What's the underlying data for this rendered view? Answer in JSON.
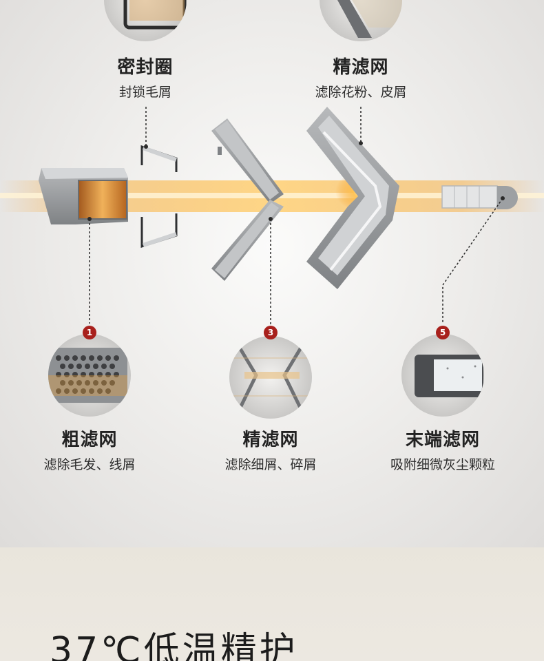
{
  "components": [
    {
      "id": "seal",
      "title": "密封圈",
      "subtitle": "封锁毛屑"
    },
    {
      "id": "fine-top",
      "title": "精滤网",
      "subtitle": "滤除花粉、皮屑"
    },
    {
      "id": "coarse",
      "badge": "1",
      "title": "粗滤网",
      "subtitle": "滤除毛发、线屑"
    },
    {
      "id": "fine-bottom",
      "badge": "3",
      "title": "精滤网",
      "subtitle": "滤除细屑、碎屑"
    },
    {
      "id": "end",
      "badge": "5",
      "title": "末端滤网",
      "subtitle": "吸附细微灰尘颗粒"
    }
  ],
  "section": {
    "title": "37℃低温精护"
  },
  "colors": {
    "badge": "#a8201c",
    "glow": "#f2a33a",
    "filter_gray": "#8e9092"
  }
}
